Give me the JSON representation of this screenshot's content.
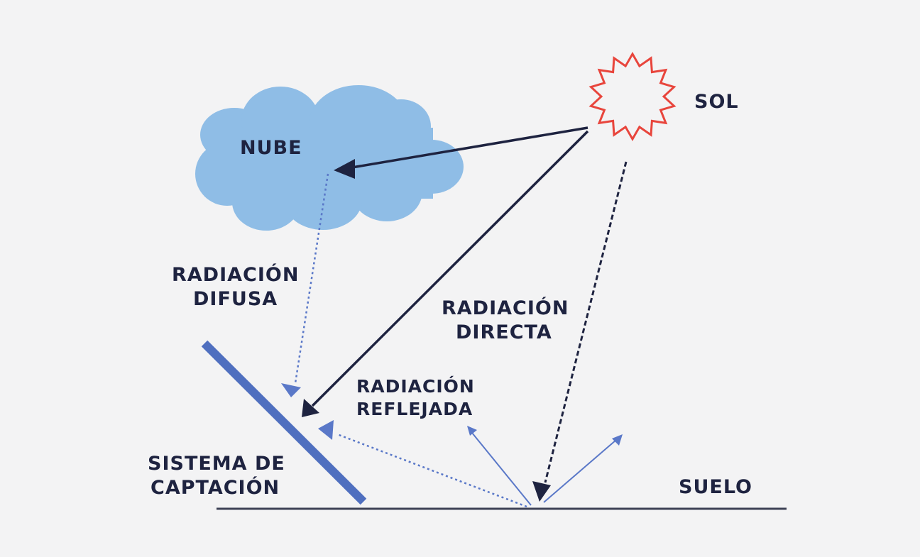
{
  "labels": {
    "sun": "SOL",
    "cloud": "NUBE",
    "diffuse": [
      "RADIACIÓN",
      "DIFUSA"
    ],
    "direct": [
      "RADIACIÓN",
      "DIRECTA"
    ],
    "reflected": [
      "RADIACIÓN",
      "REFLEJADA"
    ],
    "collector": [
      "SISTEMA DE",
      "CAPTACIÓN"
    ],
    "ground": "SUELO"
  },
  "colors": {
    "background": "#f3f3f4",
    "cloud": "#8fbde6",
    "sun_outline": "#e8453c",
    "panel": "#4f6fbf",
    "arrow_dark": "#1e2340",
    "arrow_light": "#5a78c8",
    "text": "#1e2340"
  }
}
